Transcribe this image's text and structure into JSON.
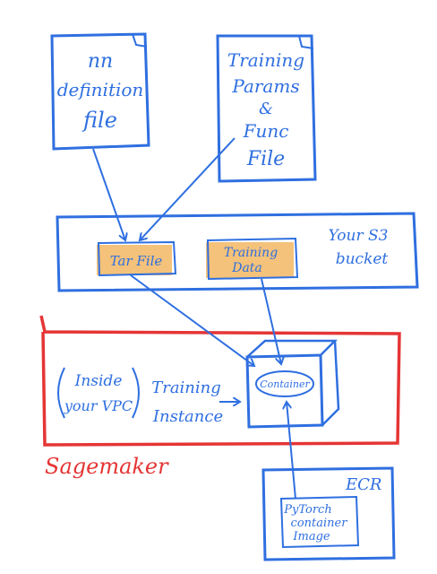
{
  "colors": {
    "ink_blue": "#2f6fe0",
    "ink_red": "#e53535",
    "highlight": "#f4c27a",
    "background": "#ffffff"
  },
  "docs": {
    "nn_file": {
      "lines": [
        "nn",
        "definition",
        "file"
      ]
    },
    "params_file": {
      "lines": [
        "Training",
        "Params",
        "&",
        "Func",
        "File"
      ]
    }
  },
  "bucket": {
    "label_lines": [
      "Your S3",
      "bucket"
    ],
    "tar_file": "Tar File",
    "training_data_lines": [
      "Training",
      "Data"
    ]
  },
  "sagemaker": {
    "label": "Sagemaker",
    "inside_vpc_lines": [
      "Inside",
      "your VPC"
    ],
    "training_instance_lines": [
      "Training",
      "Instance"
    ],
    "container": "Container"
  },
  "ecr": {
    "label": "ECR",
    "image_lines": [
      "PyTorch",
      "container",
      "Image"
    ]
  }
}
